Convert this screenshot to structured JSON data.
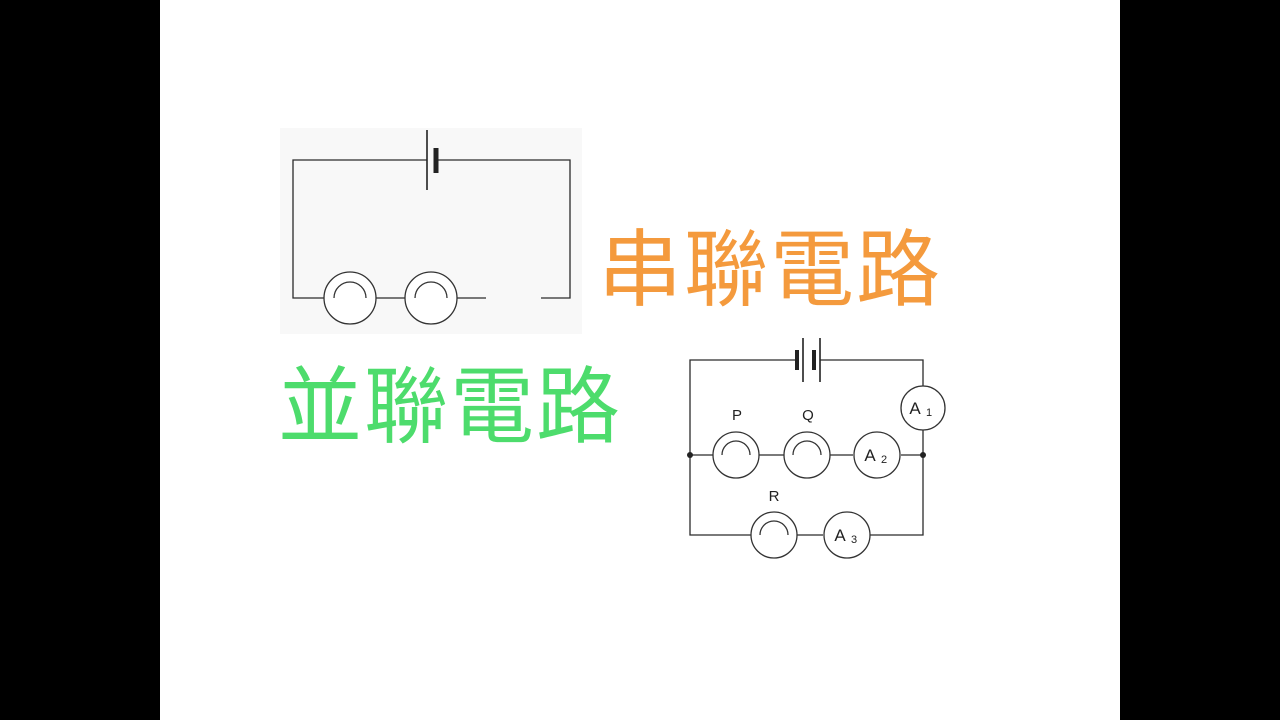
{
  "titles": {
    "series_circuit": "串聯電路",
    "parallel_circuit": "並聯電路"
  },
  "parallel_diagram": {
    "bulbs": [
      "P",
      "Q",
      "R"
    ],
    "ammeters": [
      {
        "letter": "A",
        "index": "1"
      },
      {
        "letter": "A",
        "index": "2"
      },
      {
        "letter": "A",
        "index": "3"
      }
    ]
  },
  "colors": {
    "series_title": "#f49a3d",
    "parallel_title": "#4ddc6c",
    "wire": "#2b2b2b"
  }
}
